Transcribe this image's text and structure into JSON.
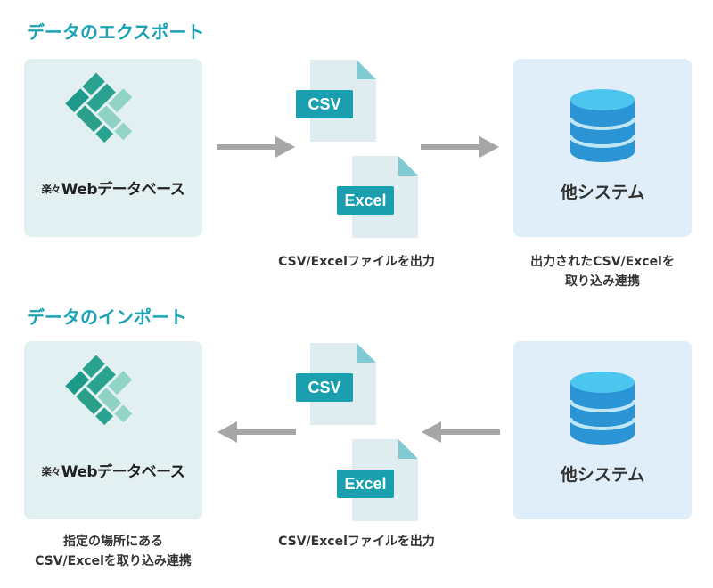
{
  "export": {
    "heading": "データのエクスポート",
    "db_logo": {
      "prefix": "楽々",
      "name": "Webデータベース"
    },
    "files": [
      {
        "label": "CSV"
      },
      {
        "label": "Excel"
      }
    ],
    "file_caption": "CSV/Excelファイルを出力",
    "system_label": "他システム",
    "system_caption_line1": "出力されたCSV/Excelを",
    "system_caption_line2": "取り込み連携"
  },
  "import": {
    "heading": "データのインポート",
    "db_logo": {
      "prefix": "楽々",
      "name": "Webデータベース"
    },
    "files": [
      {
        "label": "CSV"
      },
      {
        "label": "Excel"
      }
    ],
    "file_caption": "CSV/Excelファイルを出力",
    "system_label": "他システム",
    "db_caption_line1": "指定の場所にある",
    "db_caption_line2": "CSV/Excelを取り込み連携"
  },
  "colors": {
    "heading": "#1ba3b3",
    "db_box": "#e3f0f1",
    "system_box": "#dfeef8",
    "badge": "#1a9fae",
    "arrow": "#a6a6a6",
    "file_sheet": "#dfedf1",
    "file_fold": "#7fcad3",
    "database_top": "#4cc6ef",
    "database_body": "#2a94d4"
  },
  "icons": {
    "logo": "diamond-logo-icon",
    "system": "database-icon",
    "file": "document-icon",
    "arrow": "arrow-icon"
  }
}
